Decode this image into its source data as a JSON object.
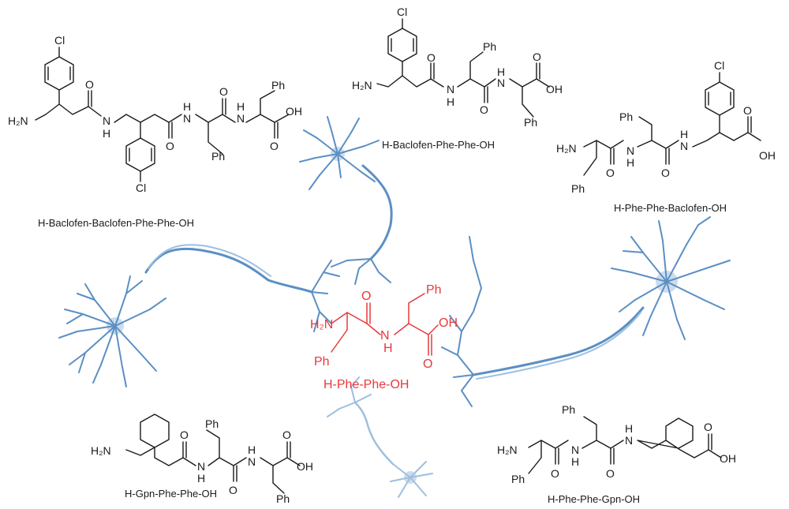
{
  "colors": {
    "highlight": "#e8383d",
    "neuron": "#5b8fc4",
    "neuron_light": "#9dbfe0",
    "soma": "#cddcec",
    "text": "#1a1a1a"
  },
  "icons": [
    "neuron-icon"
  ],
  "compounds": [
    {
      "id": "baclofen-baclofen-phe-phe",
      "name": "H-Baclofen-Baclofen-Phe-Phe-OH",
      "atoms": {
        "cl": "Cl",
        "nh2": "H₂N",
        "nh": "H",
        "n": "N",
        "o": "O",
        "oh": "OH",
        "ph": "Ph"
      }
    },
    {
      "id": "baclofen-phe-phe",
      "name": "H-Baclofen-Phe-Phe-OH",
      "atoms": {
        "cl": "Cl",
        "nh2": "H₂N",
        "nh": "H",
        "n": "N",
        "o": "O",
        "oh": "OH",
        "ph": "Ph"
      }
    },
    {
      "id": "phe-phe-baclofen",
      "name": "H-Phe-Phe-Baclofen-OH",
      "atoms": {
        "cl": "Cl",
        "nh2": "H₂N",
        "nh": "H",
        "n": "N",
        "o": "O",
        "oh": "OH",
        "ph": "Ph"
      }
    },
    {
      "id": "phe-phe",
      "name": "H-Phe-Phe-OH",
      "atoms": {
        "nh2": "H₂N",
        "nh": "H",
        "n": "N",
        "o": "O",
        "oh": "OH",
        "ph": "Ph"
      }
    },
    {
      "id": "gpn-phe-phe",
      "name": "H-Gpn-Phe-Phe-OH",
      "atoms": {
        "nh2": "H₂N",
        "nh": "H",
        "n": "N",
        "o": "O",
        "oh": "OH",
        "ph": "Ph"
      }
    },
    {
      "id": "phe-phe-gpn",
      "name": "H-Phe-Phe-Gpn-OH",
      "atoms": {
        "nh2": "H₂N",
        "nh": "H",
        "n": "N",
        "o": "O",
        "oh": "OH",
        "ph": "Ph"
      }
    }
  ]
}
